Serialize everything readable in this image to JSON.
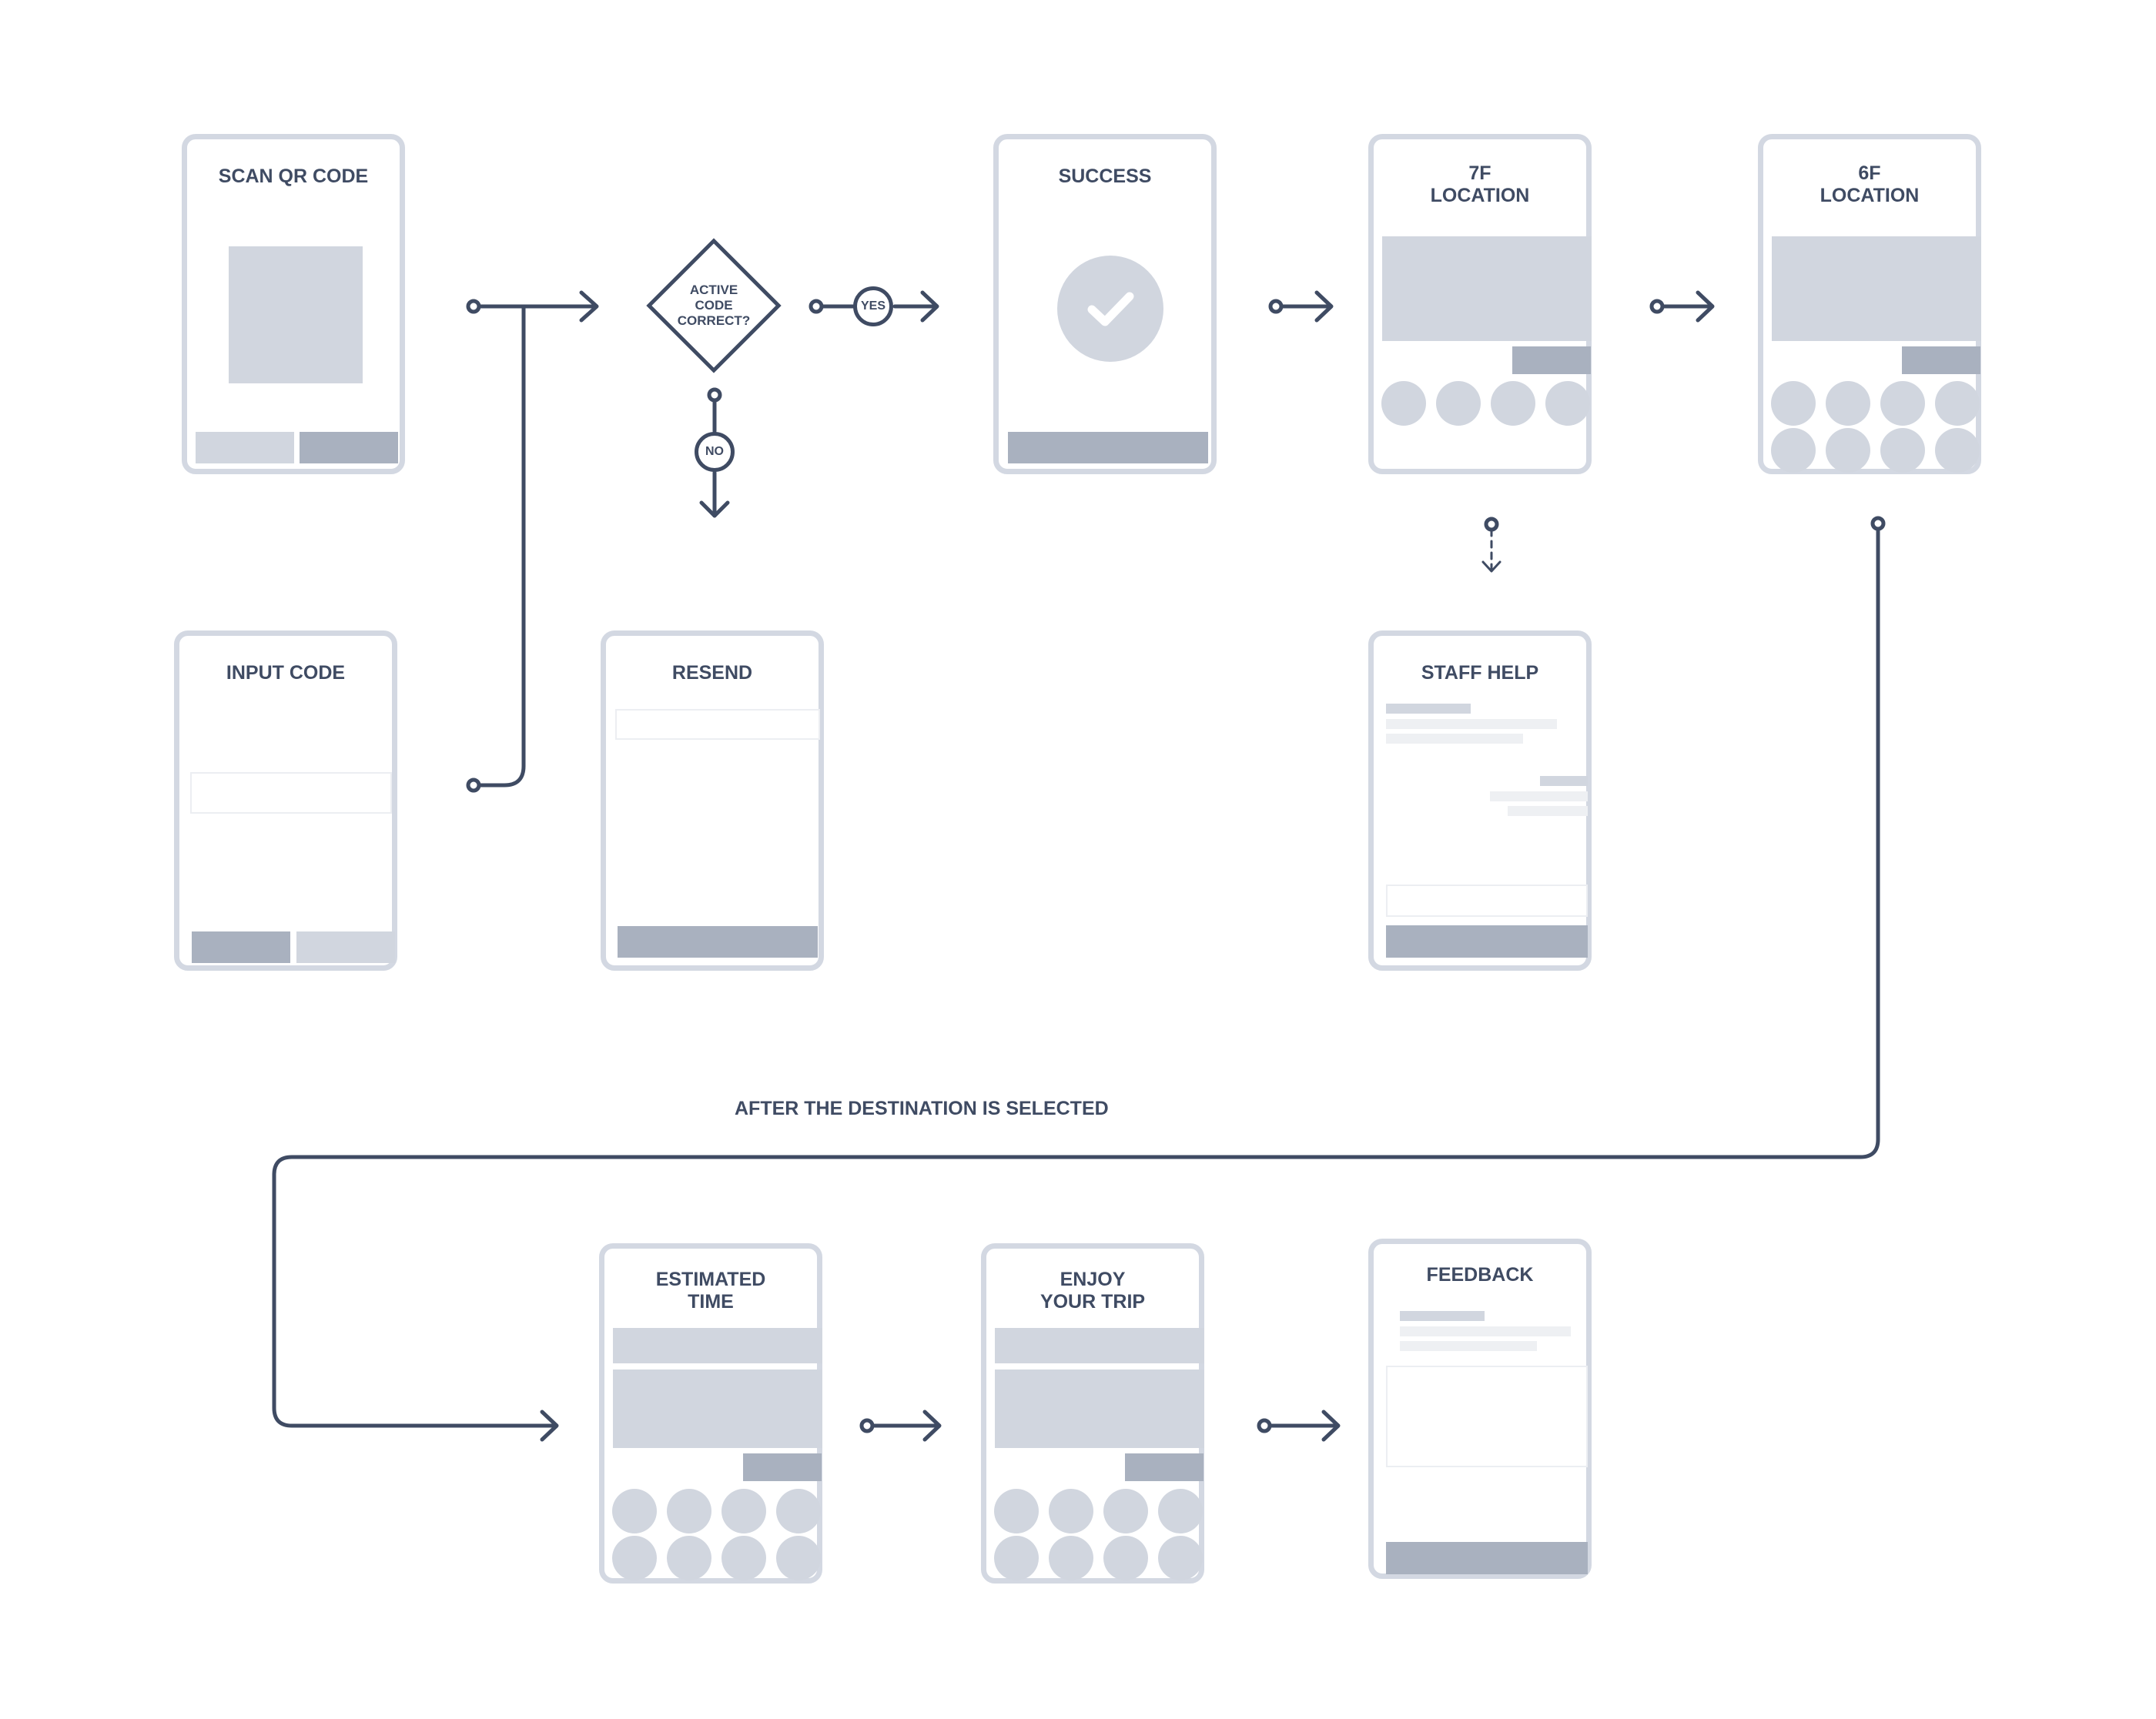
{
  "screens": {
    "scan_qr_code": {
      "title": "SCAN QR CODE"
    },
    "input_code": {
      "title": "INPUT CODE"
    },
    "resend": {
      "title": "RESEND"
    },
    "success": {
      "title": "SUCCESS"
    },
    "location_7f": {
      "title": "7F\nLOCATION"
    },
    "location_6f": {
      "title": "6F\nLOCATION"
    },
    "staff_help": {
      "title": "STAFF HELP"
    },
    "estimated_time": {
      "title": "ESTIMATED\nTIME"
    },
    "enjoy_your_trip": {
      "title": "ENJOY\nYOUR TRIP"
    },
    "feedback": {
      "title": "FEEDBACK"
    }
  },
  "decision": {
    "text": "ACTIVE\nCODE\nCORRECT?",
    "yes_label": "YES",
    "no_label": "NO"
  },
  "annotations": {
    "after_destination": "AFTER THE DESTINATION IS SELECTED"
  },
  "colors": {
    "line": "#3f4b63",
    "frame": "#d3d8e2",
    "block": "#d1d6df",
    "block_dark": "#a9b1bf"
  }
}
